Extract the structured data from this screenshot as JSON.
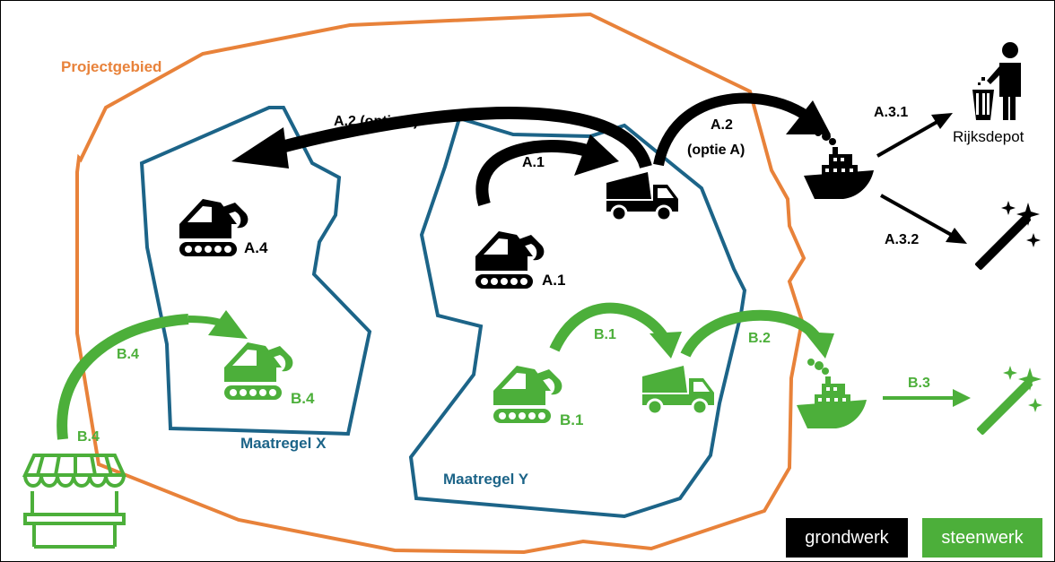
{
  "colors": {
    "project_area": "#e8823a",
    "measure": "#1c6488",
    "groundwork": "#000000",
    "stonework": "#4caf3a"
  },
  "labels": {
    "project_area": "Projectgebied",
    "measure_x": "Maatregel X",
    "measure_y": "Maatregel Y",
    "a1_arrow": "A.1",
    "a1_excavator": "A.1",
    "a2_optie_b": "A.2 (optie B)",
    "a2_optie_a_line1": "A.2",
    "a2_optie_a_line2": "(optie A)",
    "a31": "A.3.1",
    "a32": "A.3.2",
    "a4_excavator": "A.4",
    "rijksdepot": "Rijksdepot",
    "b1_arrow": "B.1",
    "b1_excavator": "B.1",
    "b2": "B.2",
    "b3": "B.3",
    "b4_arrow": "B.4",
    "b4_excavator": "B.4",
    "b4_market": "B.4"
  },
  "legend": {
    "groundwork": "grondwerk",
    "stonework": "steenwerk"
  },
  "icons": [
    "excavator-icon",
    "dump-truck-icon",
    "ship-icon",
    "person-trash-icon",
    "magic-wand-icon",
    "market-stall-icon"
  ]
}
